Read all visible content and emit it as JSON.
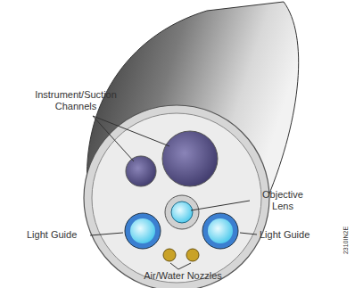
{
  "diagram": {
    "labels": [
      "Instrument/Suction Channels",
      "Objective Lens",
      "Light Guide",
      "Light Guide",
      "Air/Water Nozzles",
      "2310IN2E"
    ]
  }
}
